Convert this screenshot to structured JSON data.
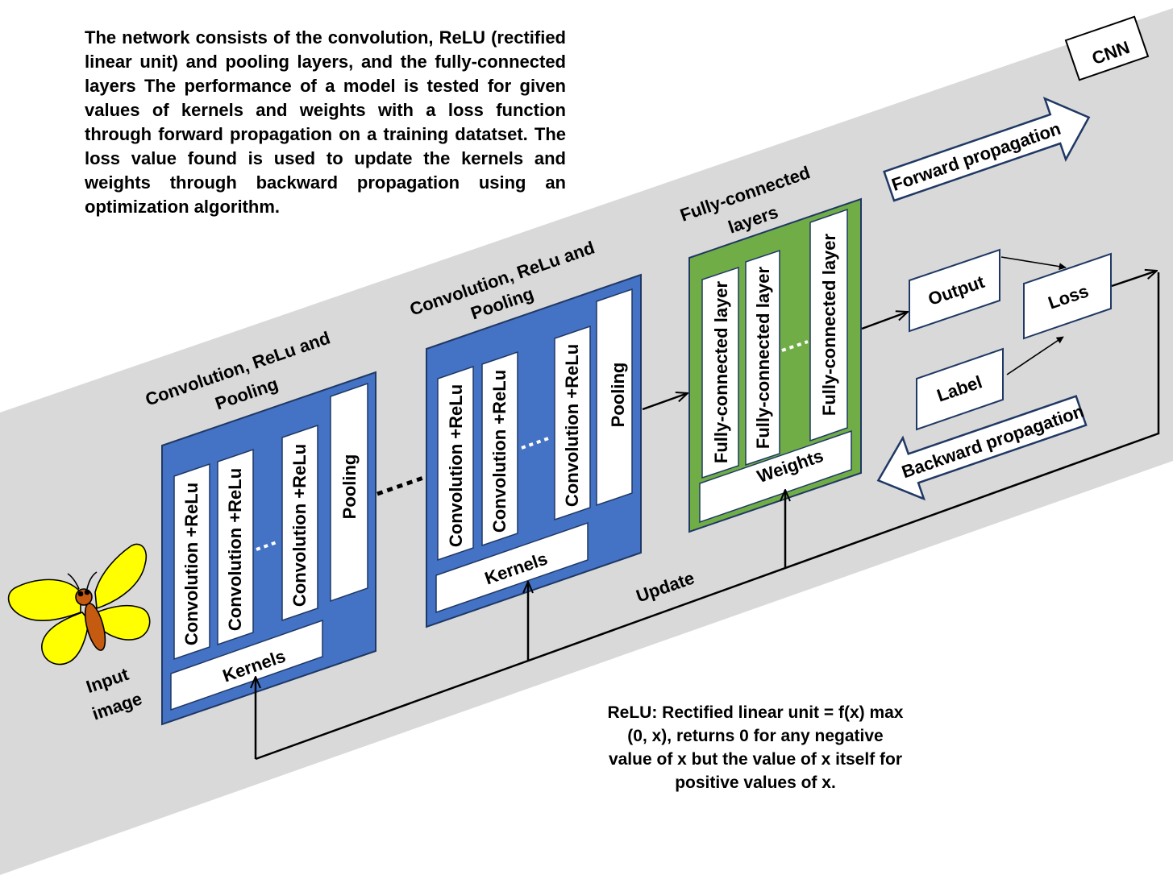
{
  "description": "The network consists of the convolution, ReLU (rectified linear unit) and pooling layers, and the fully-connected layers The performance of a model is tested for given values of kernels and weights with a loss function through forward propagation on a training datatset. The loss value found is used to update the kernels and weights through backward propagation using an optimization algorithm.",
  "relu_note": "ReLU: Rectified linear unit = f(x) max (0, x), returns 0 for any negative value of x but the value of x itself for positive values of x.",
  "cnn_label": "CNN",
  "input_image": {
    "line1": "Input",
    "line2": "image"
  },
  "block1": {
    "title_line1": "Convolution, ReLu and",
    "title_line2": "Pooling",
    "conv1": "Convolution +ReLu",
    "conv2": "Convolution +ReLu",
    "conv3": "Convolution +ReLu",
    "pooling": "Pooling",
    "kernels": "Kernels"
  },
  "block2": {
    "title_line1": "Convolution, ReLu and",
    "title_line2": "Pooling",
    "conv1": "Convolution +ReLu",
    "conv2": "Convolution +ReLu",
    "conv3": "Convolution +ReLu",
    "pooling": "Pooling",
    "kernels": "Kernels"
  },
  "fc_block": {
    "title_line1": "Fully-connected",
    "title_line2": "layers",
    "layer1": "Fully-connected layer",
    "layer2": "Fully-connected layer",
    "layer3": "Fully-connected layer",
    "weights": "Weights"
  },
  "output": "Output",
  "label": "Label",
  "loss": "Loss",
  "forward": "Forward propagation",
  "backward": "Backward propagation",
  "update": "Update",
  "colors": {
    "band": "#d9d9d9",
    "conv_block": "#4472c4",
    "fc_block": "#70ad47",
    "wing": "#ffff00",
    "body": "#c55a11"
  }
}
